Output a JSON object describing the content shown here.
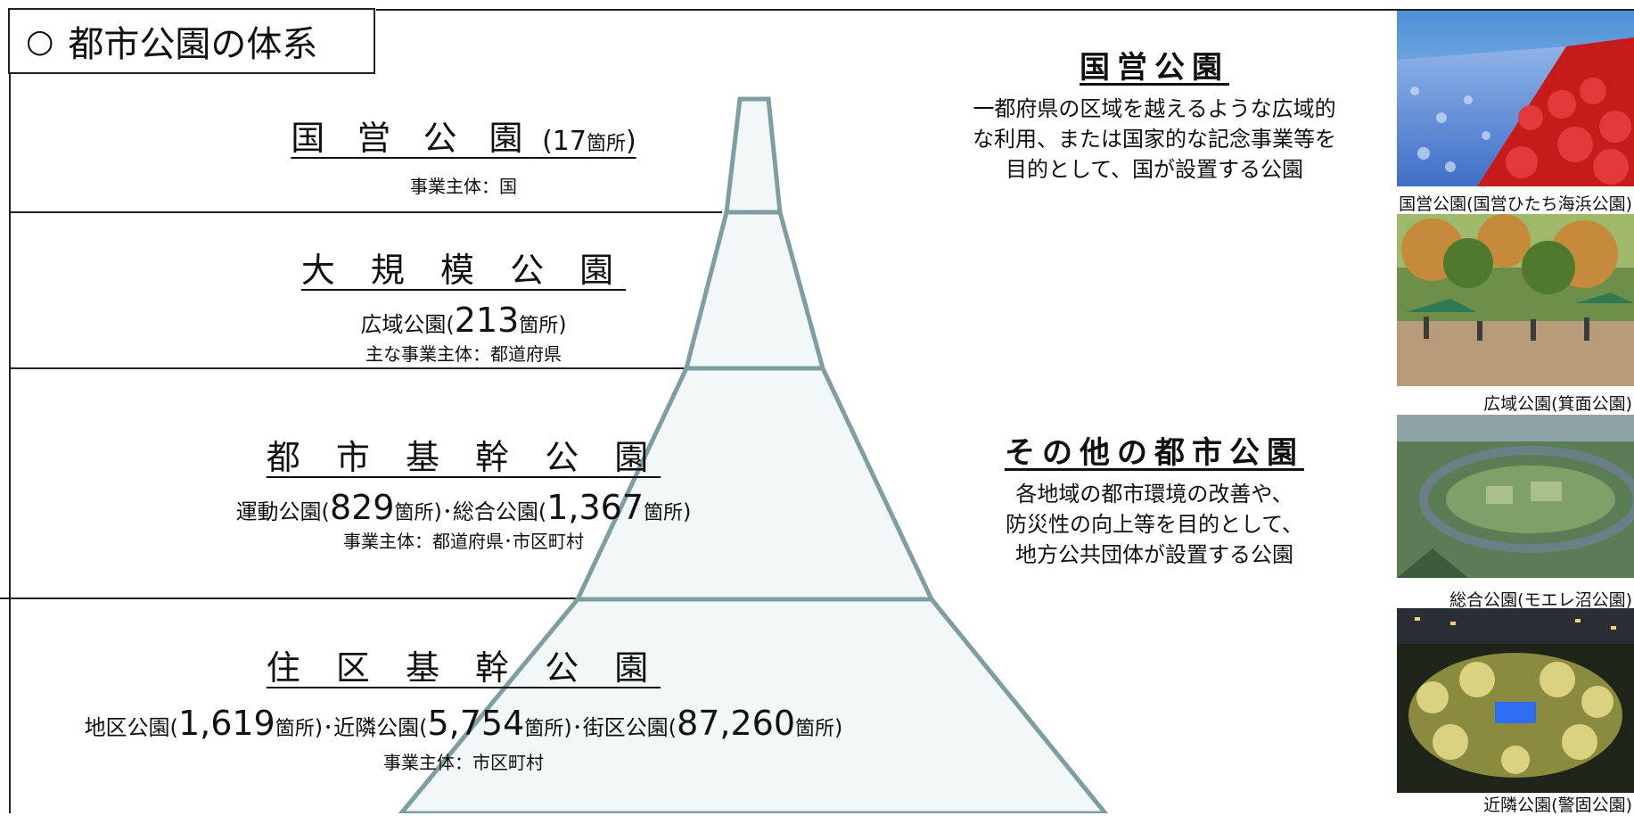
{
  "heading": {
    "symbol": "○",
    "text": "都市公園の体系"
  },
  "tiers": [
    {
      "title": "国 営 公 園",
      "count_prefix": " (17",
      "count_unit": "箇所",
      "count_suffix": ")",
      "body": "事業主体：国"
    },
    {
      "title": "大 規 模 公 園",
      "line_prefix": "広域公園(",
      "line_number": "213",
      "line_unit": "箇所",
      "line_suffix": ")",
      "body": "主な事業主体：都道府県"
    },
    {
      "title": "都 市 基 幹 公 園",
      "parts": [
        {
          "prefix": "運動公園(",
          "number": "829",
          "unit": "箇所",
          "suffix": ")･"
        },
        {
          "prefix": "総合公園(",
          "number": "1,367",
          "unit": "箇所",
          "suffix": ")"
        }
      ],
      "body": "事業主体：都道府県･市区町村"
    },
    {
      "title": "住 区 基 幹 公 園",
      "parts": [
        {
          "prefix": "地区公園(",
          "number": "1,619",
          "unit": "箇所",
          "suffix": ")･"
        },
        {
          "prefix": "近隣公園(",
          "number": "5,754",
          "unit": "箇所",
          "suffix": ")･"
        },
        {
          "prefix": "街区公園(",
          "number": "87,260",
          "unit": "箇所",
          "suffix": ")"
        }
      ],
      "body": "事業主体：市区町村"
    }
  ],
  "descriptions": [
    {
      "heading": "国営公園",
      "lines": [
        "一都府県の区域を越えるような広域的",
        "な利用、または国家的な記念事業等を",
        "目的として、国が設置する公園"
      ]
    },
    {
      "heading": "その他の都市公園",
      "lines": [
        "各地域の都市環境の改善や、",
        "防災性の向上等を目的として、",
        "地方公共団体が設置する公園"
      ]
    }
  ],
  "photos": [
    {
      "caption": "国営公園(国営ひたち海浜公園)"
    },
    {
      "caption": "広域公園(箕面公園)"
    },
    {
      "caption": "総合公園(モエレ沼公園)"
    },
    {
      "caption": "近隣公園(警固公園)"
    }
  ],
  "colors": {
    "pyramid_stroke": "#7f9ea1",
    "pyramid_fill": "#f2f7f8",
    "line": "#222222"
  }
}
